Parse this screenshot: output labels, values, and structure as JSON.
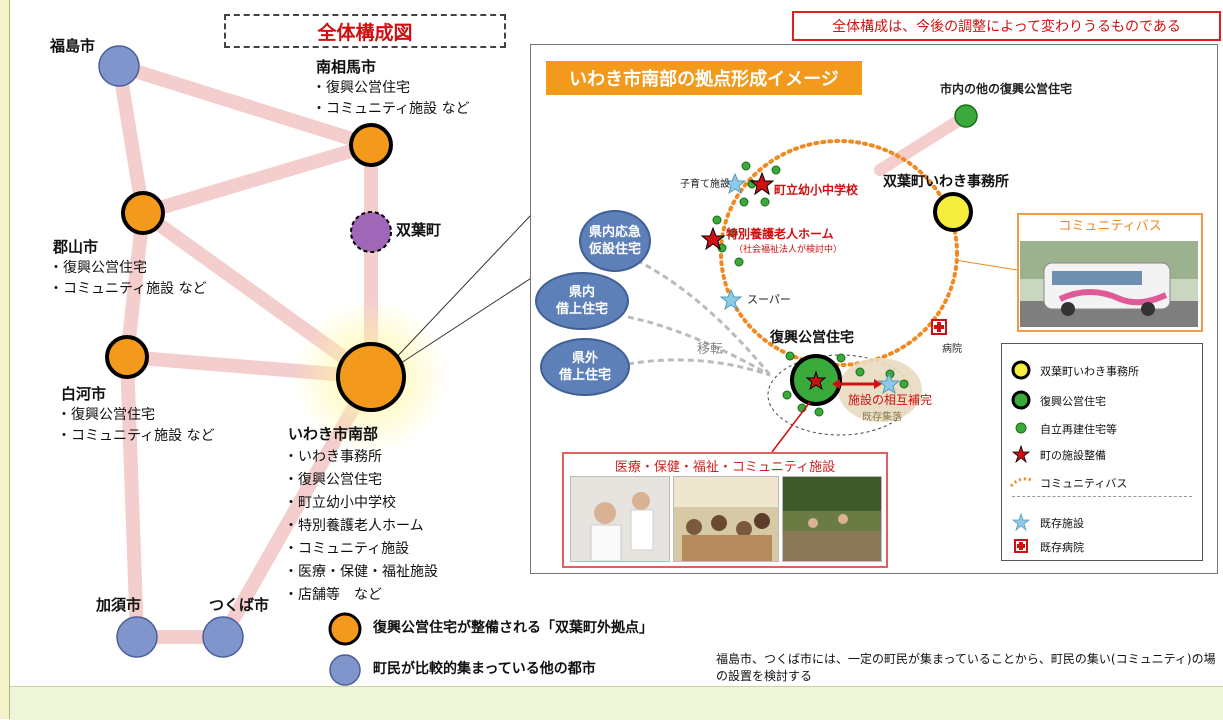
{
  "title": "全体構成図",
  "note": "全体構成は、今後の調整によって変わりうるものである",
  "cities": {
    "fukushima": {
      "name": "福島市"
    },
    "minamisoma": {
      "name": "南相馬市",
      "items": [
        "復興公営住宅",
        "コミュニティ施設 など"
      ]
    },
    "futaba": {
      "name": "双葉町"
    },
    "koriyama": {
      "name": "郡山市",
      "items": [
        "復興公営住宅",
        "コミュニティ施設 など"
      ]
    },
    "shirakawa": {
      "name": "白河市",
      "items": [
        "復興公営住宅",
        "コミュニティ施設 など"
      ]
    },
    "iwaki": {
      "name": "いわき市南部",
      "items": [
        "いわき事務所",
        "復興公営住宅",
        "町立幼小中学校",
        "特別養護老人ホーム",
        "コミュニティ施設",
        "医療・保健・福祉施設",
        "店舗等　など"
      ]
    },
    "kazo": {
      "name": "加須市"
    },
    "tsukuba": {
      "name": "つくば市"
    }
  },
  "bottom_legend": {
    "orange": "復興公営住宅が整備される「双葉町外拠点」",
    "blue": "町民が比較的集まっている他の都市"
  },
  "footnote": "福島市、つくば市には、一定の町民が集まっていることから、町民の集い(コミュニティ)の場の設置を検討する",
  "detail": {
    "title": "いわき市南部の拠点形成イメージ",
    "other_housing": "市内の他の復興公営住宅",
    "office": "双葉町いわき事務所",
    "childcare": "子育て施設",
    "school": "町立幼小中学校",
    "nursing": "特別養護老人ホーム",
    "nursing_note": "（社会福祉法人が検討中）",
    "supermarket": "スーパー",
    "hospital": "病院",
    "housing": "復興公営住宅",
    "mutual": "施設の相互補完",
    "existing_village": "既存集落",
    "move": "移転",
    "sources": [
      {
        "line1": "県内応急",
        "line2": "仮設住宅"
      },
      {
        "line1": "県内",
        "line2": "借上住宅"
      },
      {
        "line1": "県外",
        "line2": "借上住宅"
      }
    ],
    "bus_title": "コミュニティバス",
    "med_title": "医療・保健・福祉・コミュニティ施設"
  },
  "legend": {
    "yellow": "双葉町いわき事務所",
    "green_big": "復興公営住宅",
    "green_small": "自立再建住宅等",
    "star": "町の施設整備",
    "bus": "コミュニティバス",
    "existing": "既存施設",
    "hospital": "既存病院"
  },
  "colors": {
    "orange": "#f39a1c",
    "blue": "#7f95cc",
    "purple": "#a067b8",
    "yellow": "#f6ee3c",
    "green": "#3aaa3a",
    "link": "#f4cdcd",
    "accent_red": "#d01010"
  }
}
